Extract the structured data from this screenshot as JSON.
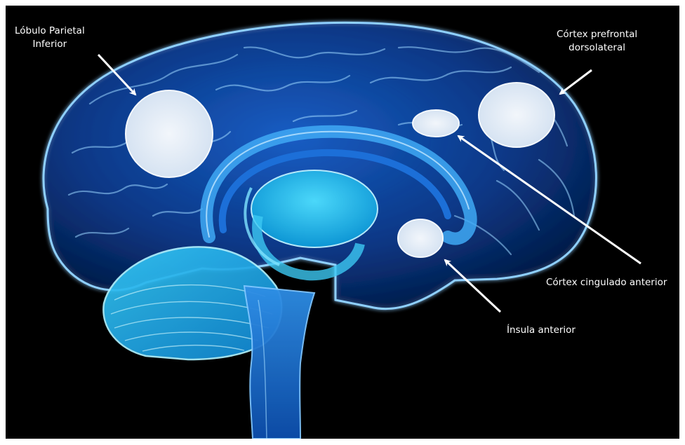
{
  "labels": {
    "inferior_parietal": {
      "line1": "Lóbulo Parietal",
      "line2": "Inferior"
    },
    "dlpfc": {
      "line1": "Córtex prefrontal",
      "line2": "dorsolateral"
    },
    "acc": "Córtex cingulado anterior",
    "insula": "Ínsula anterior"
  },
  "colors": {
    "background": "#000000",
    "brain_outline": "#8fd0ff",
    "brain_fill": "#0a3a88",
    "limbic": "#29b6f6",
    "highlight_region": "#e3ecf7",
    "label_text": "#ffffff",
    "arrow": "#ffffff"
  }
}
